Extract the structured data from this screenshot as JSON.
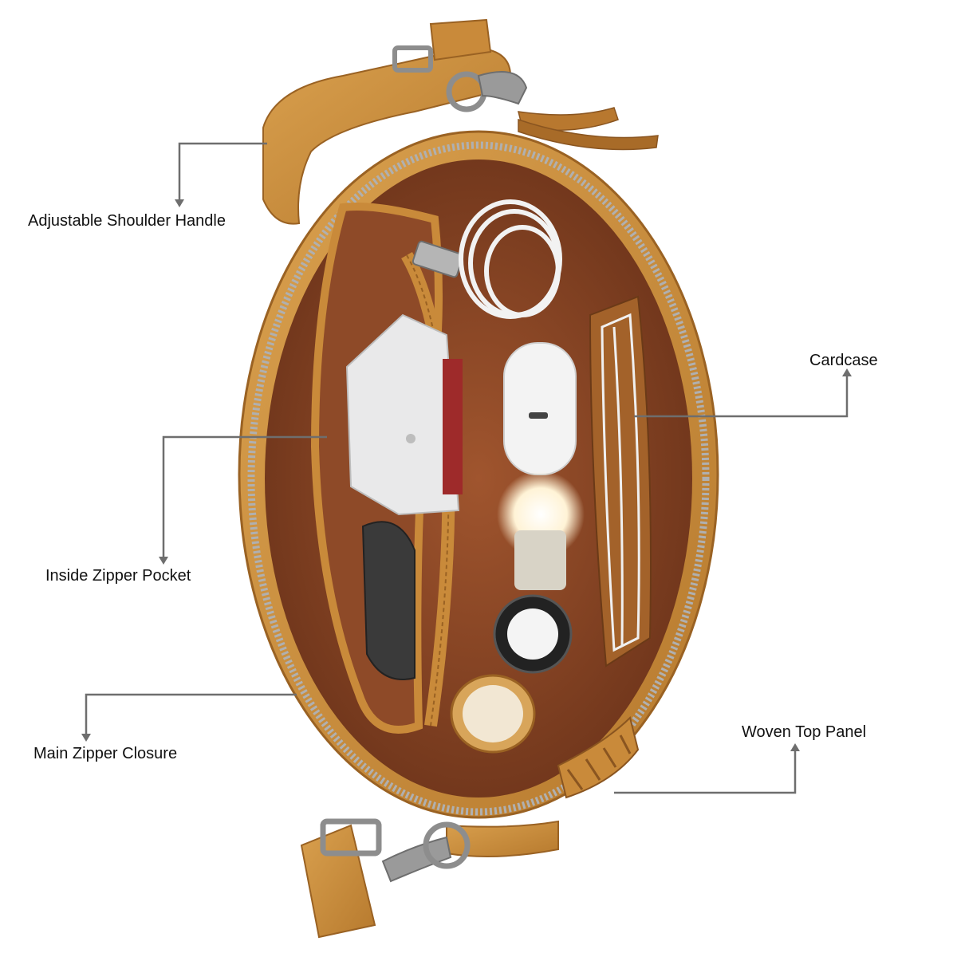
{
  "callouts": {
    "shoulder_handle": "Adjustable Shoulder Handle",
    "cardcase": "Cardcase",
    "inside_pocket": "Inside Zipper Pocket",
    "main_zipper": "Main Zipper Closure",
    "woven_panel": "Woven Top Panel"
  },
  "colors": {
    "leather": "#c98a3a",
    "leather_dark": "#9a6223",
    "lining": "#7a3c1f",
    "lining_light": "#8e4a28",
    "zipper": "#a9a9a9",
    "metal": "#8d8d8d",
    "callout_line": "#6e6e6e",
    "label_text": "#111111",
    "background": "#ffffff"
  }
}
